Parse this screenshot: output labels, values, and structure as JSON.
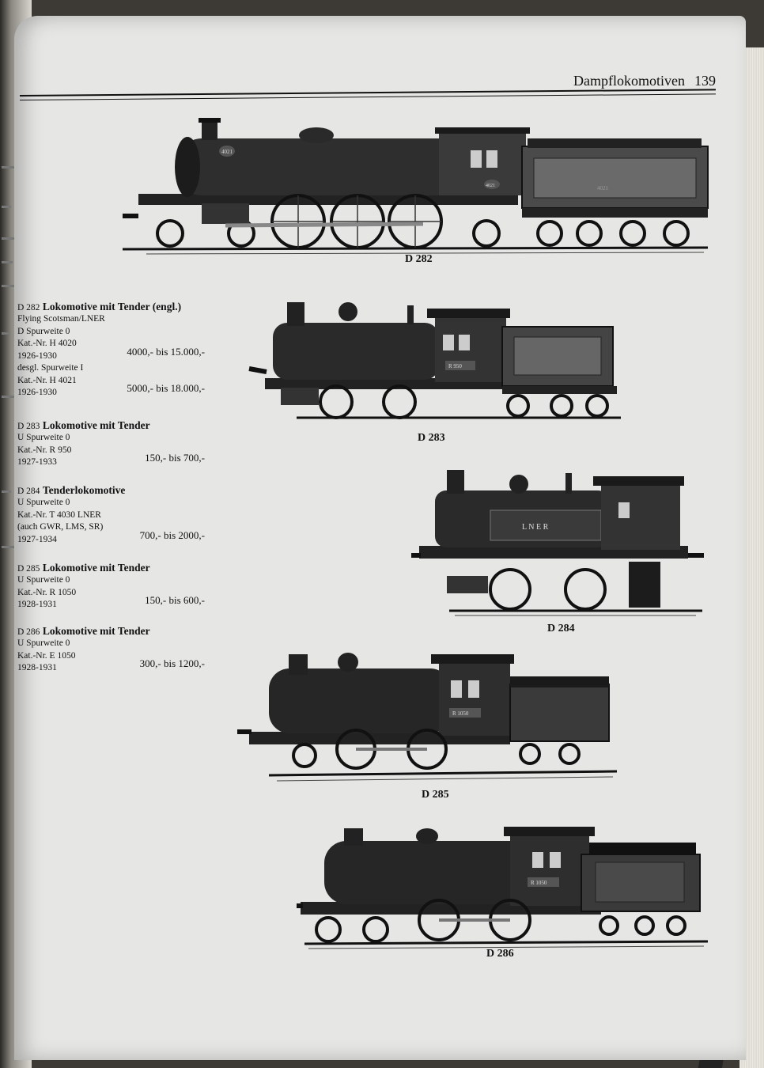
{
  "header": {
    "section": "Dampflokomotiven",
    "page_number": "139"
  },
  "captions": {
    "d282": "D 282",
    "d283": "D 283",
    "d284": "D 284",
    "d285": "D 285",
    "d286": "D 286"
  },
  "entries": [
    {
      "code": "D 282",
      "title": "Lokomotive mit Tender (engl.)",
      "lines": [
        {
          "text": "Flying Scotsman/LNER",
          "price": ""
        },
        {
          "text": "D Spurweite 0",
          "price": ""
        },
        {
          "text": "Kat.-Nr. H 4020",
          "price": ""
        },
        {
          "text": "1926-1930",
          "price": "4000,- bis 15.000,-"
        },
        {
          "text": "desgl. Spurweite I",
          "price": ""
        },
        {
          "text": "Kat.-Nr. H 4021",
          "price": ""
        },
        {
          "text": "1926-1930",
          "price": "5000,- bis 18.000,-"
        }
      ]
    },
    {
      "code": "D 283",
      "title": "Lokomotive mit Tender",
      "lines": [
        {
          "text": "U Spurweite 0",
          "price": ""
        },
        {
          "text": "Kat.-Nr. R 950",
          "price": ""
        },
        {
          "text": "1927-1933",
          "price": "150,- bis 700,-"
        }
      ]
    },
    {
      "code": "D 284",
      "title": "Tenderlokomotive",
      "lines": [
        {
          "text": "U Spurweite 0",
          "price": ""
        },
        {
          "text": "Kat.-Nr. T 4030 LNER",
          "price": ""
        },
        {
          "text": "(auch GWR, LMS, SR)",
          "price": ""
        },
        {
          "text": "1927-1934",
          "price": "700,- bis 2000,-"
        }
      ]
    },
    {
      "code": "D 285",
      "title": "Lokomotive mit Tender",
      "lines": [
        {
          "text": "U Spurweite 0",
          "price": ""
        },
        {
          "text": "Kat.-Nr. R 1050",
          "price": ""
        },
        {
          "text": "1928-1931",
          "price": "150,- bis 600,-"
        }
      ]
    },
    {
      "code": "D 286",
      "title": "Lokomotive mit Tender",
      "lines": [
        {
          "text": "U Spurweite 0",
          "price": ""
        },
        {
          "text": "Kat.-Nr. E 1050",
          "price": ""
        },
        {
          "text": "1928-1931",
          "price": "300,- bis 1200,-"
        }
      ]
    }
  ],
  "plates": {
    "d282_loco": "4021",
    "d282_cab": "4021",
    "d282_tender": "4021",
    "d283": "R 950",
    "d284": "L N E R",
    "d285": "R 1050",
    "d286": "R 1050"
  }
}
